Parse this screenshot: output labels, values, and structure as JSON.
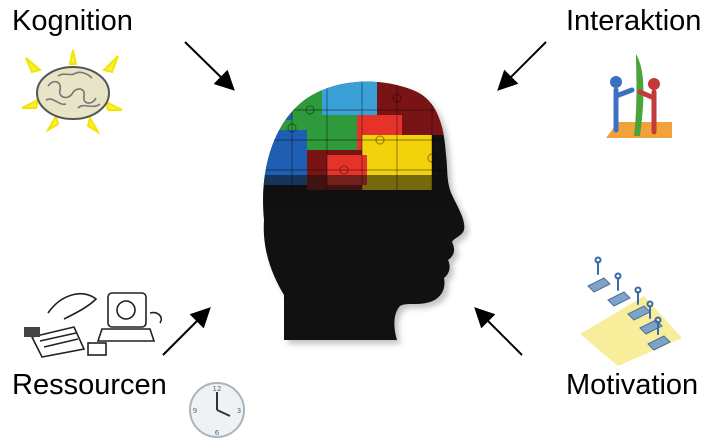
{
  "labels": {
    "top_left": "Kognition",
    "top_right": "Interaktion",
    "bottom_left": "Ressourcen",
    "bottom_right": "Motivation"
  },
  "icons": {
    "center": "puzzle-head-icon",
    "top_left": "brain-icon",
    "top_right": "people-figures-icon",
    "bottom_left": "desk-computer-icon",
    "bottom_right": "steps-figures-icon",
    "bottom_clock": "clock-icon"
  },
  "colors": {
    "puzzle": [
      "#e6332a",
      "#2f9a3b",
      "#1f5fb3",
      "#f2d20a",
      "#7a1414",
      "#3aa0d8"
    ],
    "head": "#111111"
  }
}
